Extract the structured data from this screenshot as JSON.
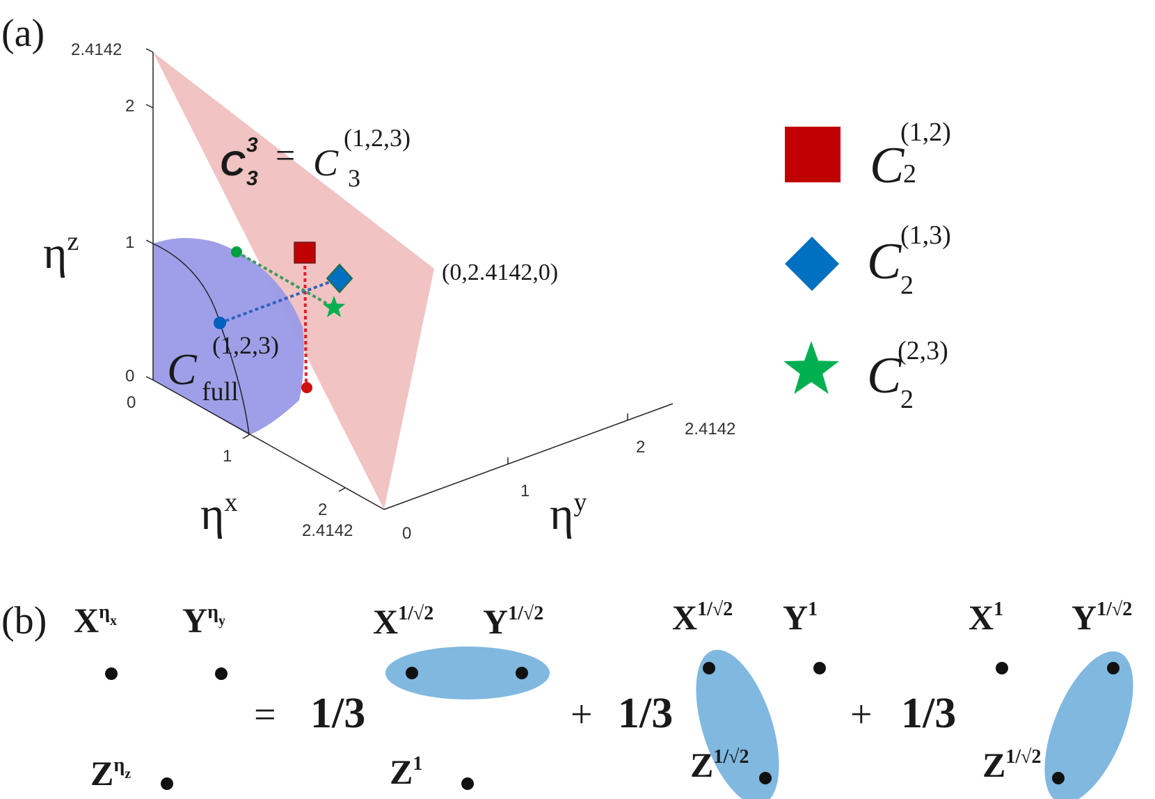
{
  "panel_a": {
    "label": "(a)",
    "axes": {
      "z_label": "η",
      "z_label_sup": "z",
      "x_label": "η",
      "x_label_sup": "x",
      "y_label": "η",
      "y_label_sup": "y",
      "z_ticks": [
        "0",
        "1",
        "2",
        "2.4142"
      ],
      "x_ticks": [
        "0",
        "1",
        "2",
        "2.4142"
      ],
      "y_ticks": [
        "0",
        "1",
        "2",
        "2.4142"
      ]
    },
    "plane_label": {
      "lhs_base": "C",
      "lhs_sup": "3",
      "lhs_sub": "3",
      "equals": "=",
      "rhs_base": "C",
      "rhs_sup": "(1,2,3)",
      "rhs_sub": "3"
    },
    "vertex_label": "(0,2.4142,0)",
    "sphere_label": {
      "base": "C",
      "sup": "(1,2,3)",
      "sub": "full"
    },
    "colors": {
      "plane": "#f0c0c0",
      "sphere": "#9a9ae8",
      "red": "#c00000",
      "blue": "#0070c0",
      "green": "#00b050"
    },
    "legend": [
      {
        "marker": "square",
        "color": "#c00000",
        "base": "C",
        "sub": "2",
        "sup": "(1,2)"
      },
      {
        "marker": "diamond",
        "color": "#0070c0",
        "base": "C",
        "sub": "2",
        "sup": "(1,3)"
      },
      {
        "marker": "star",
        "color": "#00b050",
        "base": "C",
        "sub": "2",
        "sup": "(2,3)"
      }
    ]
  },
  "panel_b": {
    "label": "(b)",
    "lhs": {
      "X": "X",
      "X_sup": "η",
      "X_sup_sub": "x",
      "Y": "Y",
      "Y_sup": "η",
      "Y_sup_sub": "y",
      "Z": "Z",
      "Z_sup": "η",
      "Z_sup_sub": "z"
    },
    "equals": "=",
    "coef": "1/3",
    "plus": "+",
    "terms": [
      {
        "X": "X",
        "X_sup": "1/√2",
        "Y": "Y",
        "Y_sup": "1/√2",
        "Z": "Z",
        "Z_sup": "1"
      },
      {
        "X": "X",
        "X_sup": "1/√2",
        "Y": "Y",
        "Y_sup": "1",
        "Z": "Z",
        "Z_sup": "1/√2"
      },
      {
        "X": "X",
        "X_sup": "1",
        "Y": "Y",
        "Y_sup": "1/√2",
        "Z": "Z",
        "Z_sup": "1/√2"
      }
    ],
    "ellipse_color": "#80b8e0"
  }
}
